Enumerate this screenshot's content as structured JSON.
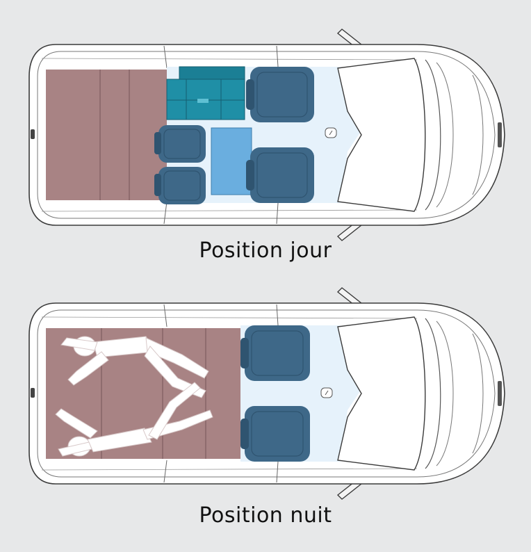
{
  "diagrams": [
    {
      "caption": "Position jour"
    },
    {
      "caption": "Position nuit"
    }
  ],
  "colors": {
    "background": "#e7e8e9",
    "body_outline": "#3a3a3a",
    "cabin_floor": "#e6f2fb",
    "bed_panel": "#a88384",
    "seat": "#3e6888",
    "seat_dark": "#2f5470",
    "storage": "#1f8fa6",
    "table": "#6aaedf",
    "sleeper": "#ffffff",
    "caption_text": "#111111"
  },
  "icons": [
    "van-top-view",
    "front-seat-icon",
    "rear-seat-icon",
    "storage-unit-icon",
    "table-icon",
    "bed-icon",
    "sleeper-figure-icon",
    "gear-knob-icon",
    "mirror-icon"
  ]
}
